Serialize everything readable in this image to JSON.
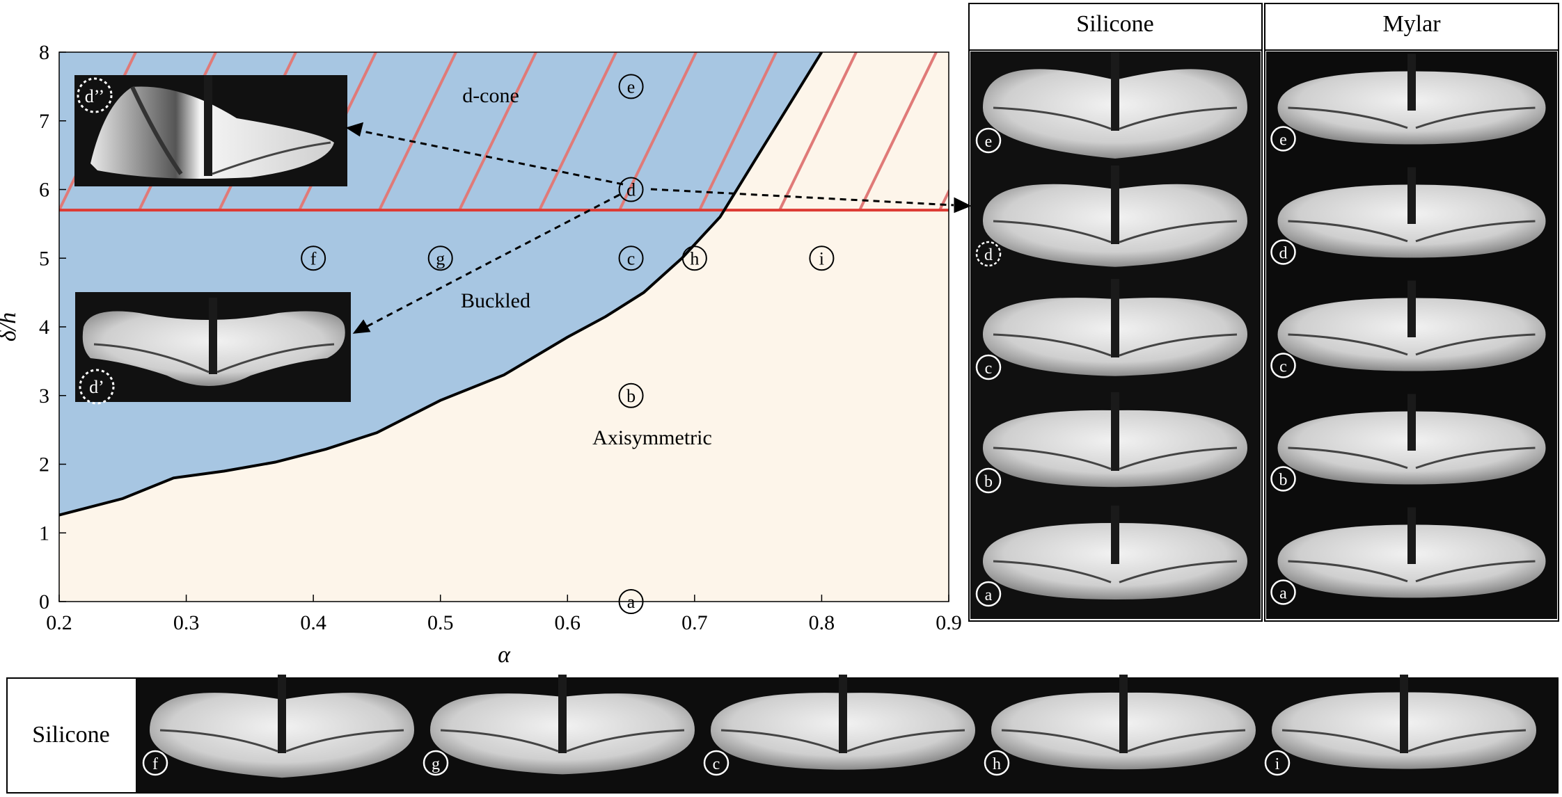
{
  "chart_data": {
    "type": "area",
    "xlabel": "α",
    "ylabel": "δ/h",
    "xlim": [
      0.2,
      0.9
    ],
    "ylim": [
      0,
      8
    ],
    "x_ticks": [
      "0.2",
      "0.3",
      "0.4",
      "0.5",
      "0.6",
      "0.7",
      "0.8",
      "0.9"
    ],
    "y_ticks": [
      "0",
      "1",
      "2",
      "3",
      "4",
      "5",
      "6",
      "7",
      "8"
    ],
    "grid": false,
    "boundary": {
      "x": [
        0.2,
        0.25,
        0.29,
        0.33,
        0.37,
        0.41,
        0.45,
        0.5,
        0.55,
        0.6,
        0.63,
        0.66,
        0.69,
        0.72,
        0.75,
        0.78,
        0.8
      ],
      "y": [
        1.26,
        1.5,
        1.8,
        1.9,
        2.03,
        2.22,
        2.46,
        2.93,
        3.3,
        3.85,
        4.15,
        4.5,
        5.0,
        5.6,
        6.5,
        7.4,
        8.0
      ]
    },
    "dcone_threshold": 5.7,
    "regions": {
      "dcone": "d-cone",
      "buckled": "Buckled",
      "axisymmetric": "Axisymmetric"
    },
    "points": [
      {
        "label": "a",
        "x": 0.65,
        "y": 0
      },
      {
        "label": "b",
        "x": 0.65,
        "y": 3
      },
      {
        "label": "c",
        "x": 0.65,
        "y": 5
      },
      {
        "label": "d",
        "x": 0.65,
        "y": 6
      },
      {
        "label": "e",
        "x": 0.65,
        "y": 7.5
      },
      {
        "label": "f",
        "x": 0.4,
        "y": 5
      },
      {
        "label": "g",
        "x": 0.5,
        "y": 5
      },
      {
        "label": "h",
        "x": 0.7,
        "y": 5
      },
      {
        "label": "i",
        "x": 0.8,
        "y": 5
      }
    ],
    "colors": {
      "buckled": "#a7c6e2",
      "axisymmetric": "#fdf5ea",
      "hatch": "#e07a78",
      "threshold": "#dd3a33",
      "boundary": "#000000"
    }
  },
  "insets": {
    "top": "d’’",
    "bottom": "d’"
  },
  "panels": {
    "silicone_title": "Silicone",
    "mylar_title": "Mylar",
    "column_labels": [
      "e",
      "d",
      "c",
      "b",
      "a"
    ],
    "bottom_title": "Silicone",
    "bottom_labels": [
      "f",
      "g",
      "c",
      "h",
      "i"
    ]
  }
}
